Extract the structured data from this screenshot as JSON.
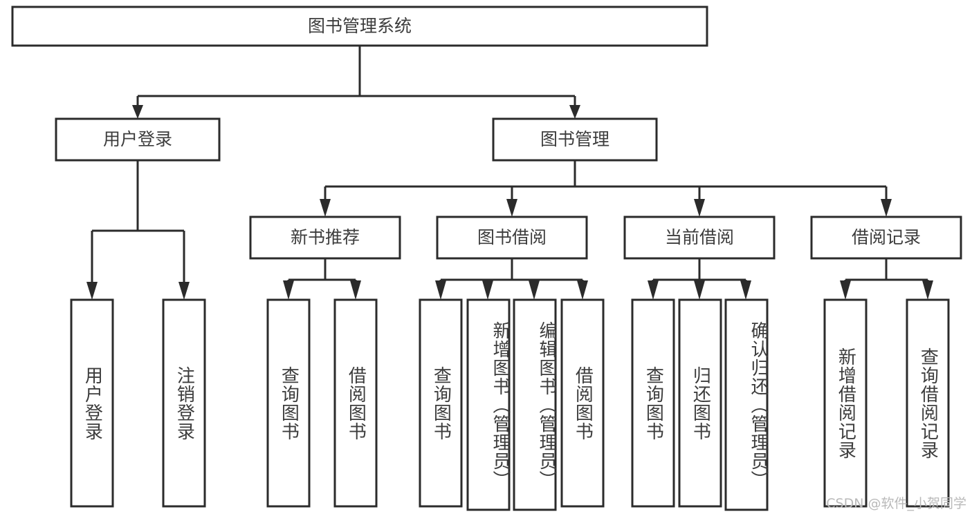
{
  "diagram": {
    "title": "图书管理系统",
    "watermark": "CSDN @软件_小贺同学",
    "type": "tree-hierarchy-diagram",
    "colors": {
      "box_stroke": "#2b2b2b",
      "box_fill": "#ffffff",
      "text": "#3c3c3c",
      "connector": "#2b2b2b",
      "watermark": "#b9b9b9",
      "background": "#ffffff"
    },
    "levels": {
      "level1": [
        {
          "id": "root",
          "label": "图书管理系统"
        }
      ],
      "level2": [
        {
          "id": "user-login",
          "label": "用户登录",
          "parent": "root"
        },
        {
          "id": "book-manage",
          "label": "图书管理",
          "parent": "root"
        }
      ],
      "level3": [
        {
          "id": "new-book-rec",
          "label": "新书推荐",
          "parent": "book-manage"
        },
        {
          "id": "book-borrow",
          "label": "图书借阅",
          "parent": "book-manage"
        },
        {
          "id": "current-borrow",
          "label": "当前借阅",
          "parent": "book-manage"
        },
        {
          "id": "borrow-record",
          "label": "借阅记录",
          "parent": "book-manage"
        }
      ],
      "leaves": [
        {
          "id": "leaf-user-login",
          "label": "用户登录",
          "parent": "user-login"
        },
        {
          "id": "leaf-user-logout",
          "label": "注销登录",
          "parent": "user-login"
        },
        {
          "id": "leaf-query-book-1",
          "label": "查询图书",
          "parent": "new-book-rec"
        },
        {
          "id": "leaf-borrow-book-1",
          "label": "借阅图书",
          "parent": "new-book-rec"
        },
        {
          "id": "leaf-query-book-2",
          "label": "查询图书",
          "parent": "book-borrow"
        },
        {
          "id": "leaf-add-book",
          "label": "新增图书（管理员）",
          "parent": "book-borrow"
        },
        {
          "id": "leaf-edit-book",
          "label": "编辑图书（管理员）",
          "parent": "book-borrow"
        },
        {
          "id": "leaf-borrow-book-2",
          "label": "借阅图书",
          "parent": "book-borrow"
        },
        {
          "id": "leaf-query-book-3",
          "label": "查询图书",
          "parent": "current-borrow"
        },
        {
          "id": "leaf-return-book",
          "label": "归还图书",
          "parent": "current-borrow"
        },
        {
          "id": "leaf-confirm-return",
          "label": "确认归还（管理员）",
          "parent": "current-borrow"
        },
        {
          "id": "leaf-add-record",
          "label": "新增借阅记录",
          "parent": "borrow-record"
        },
        {
          "id": "leaf-query-record",
          "label": "查询借阅记录",
          "parent": "borrow-record"
        }
      ]
    }
  }
}
